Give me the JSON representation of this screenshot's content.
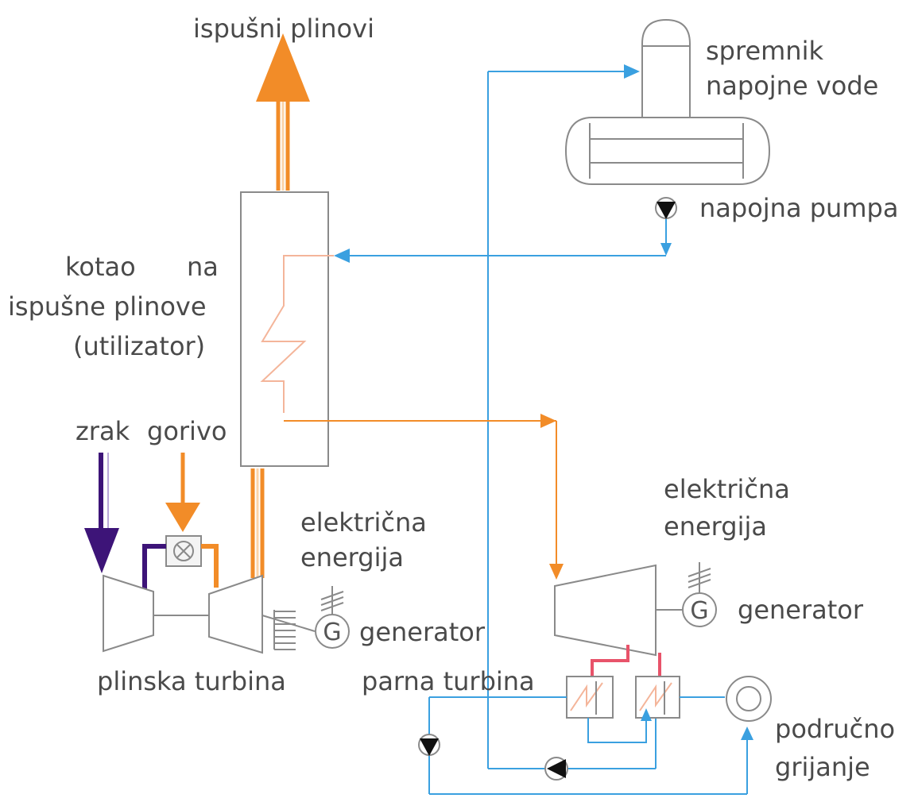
{
  "labels": {
    "exhaust": "ispušni plinovi",
    "feedwater_tank_line1": "spremnik",
    "feedwater_tank_line2": "napojne vode",
    "feed_pump": "napojna pumpa",
    "boiler_line1_a": "kotao",
    "boiler_line1_b": "na",
    "boiler_line2": "ispušne plinove",
    "boiler_line3": "(utilizator)",
    "air": "zrak",
    "fuel": "gorivo",
    "electric_energy_left_line1": "električna",
    "electric_energy_left_line2": "energija",
    "generator_left": "generator",
    "gas_turbine": "plinska turbina",
    "steam_turbine": "parna turbina",
    "electric_energy_right_line1": "električna",
    "electric_energy_right_line2": "energija",
    "generator_right": "generator",
    "district_heating_line1": "područno",
    "district_heating_line2": "grijanje",
    "generator_symbol": "G"
  },
  "colors": {
    "exhaust_orange": "#f28c28",
    "water_blue": "#3aa0e0",
    "air_purple": "#3d1478",
    "outline_gray": "#8a8a8a",
    "steam_red": "#e8536a",
    "pump_black": "#111111"
  }
}
